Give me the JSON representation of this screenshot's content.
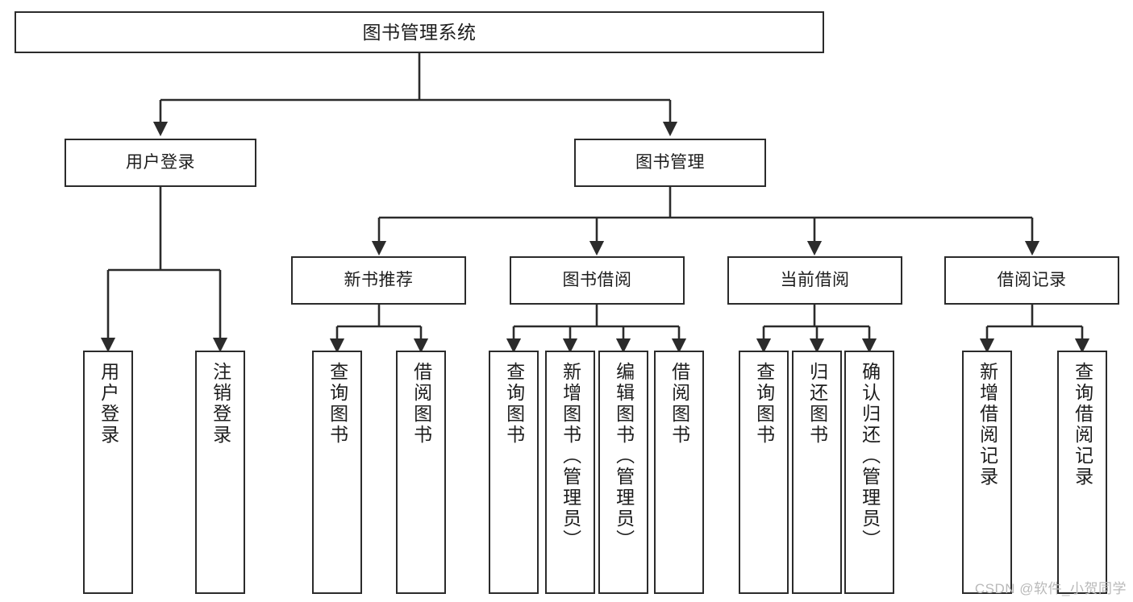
{
  "diagram": {
    "type": "tree",
    "title": "图书管理系统",
    "watermark": "CSDN @软件_小贺同学",
    "colors": {
      "stroke": "#2b2b2b",
      "background": "#ffffff",
      "text": "#1d1d1d",
      "watermark": "#b9b9b9"
    },
    "nodes": {
      "root": "图书管理系统",
      "user_login": "用户登录",
      "book_manage": "图书管理",
      "new_book_rec": "新书推荐",
      "book_borrow": "图书借阅",
      "current_borrow": "当前借阅",
      "borrow_record": "借阅记录",
      "leaf_user_login": "用户登录",
      "leaf_logout": "注销登录",
      "leaf_query_book_1": "查询图书",
      "leaf_borrow_book_1": "借阅图书",
      "leaf_query_book_2": "查询图书",
      "leaf_add_book_admin": "新增图书（管理员）",
      "leaf_edit_book_admin": "编辑图书（管理员）",
      "leaf_borrow_book_2": "借阅图书",
      "leaf_query_book_3": "查询图书",
      "leaf_return_book": "归还图书",
      "leaf_confirm_return_admin": "确认归还（管理员）",
      "leaf_add_record": "新增借阅记录",
      "leaf_query_record": "查询借阅记录"
    },
    "edges": [
      {
        "from": "root",
        "to": "user_login"
      },
      {
        "from": "root",
        "to": "book_manage"
      },
      {
        "from": "user_login",
        "to": "leaf_user_login"
      },
      {
        "from": "user_login",
        "to": "leaf_logout"
      },
      {
        "from": "book_manage",
        "to": "new_book_rec"
      },
      {
        "from": "book_manage",
        "to": "book_borrow"
      },
      {
        "from": "book_manage",
        "to": "current_borrow"
      },
      {
        "from": "book_manage",
        "to": "borrow_record"
      },
      {
        "from": "new_book_rec",
        "to": "leaf_query_book_1"
      },
      {
        "from": "new_book_rec",
        "to": "leaf_borrow_book_1"
      },
      {
        "from": "book_borrow",
        "to": "leaf_query_book_2"
      },
      {
        "from": "book_borrow",
        "to": "leaf_add_book_admin"
      },
      {
        "from": "book_borrow",
        "to": "leaf_edit_book_admin"
      },
      {
        "from": "book_borrow",
        "to": "leaf_borrow_book_2"
      },
      {
        "from": "current_borrow",
        "to": "leaf_query_book_3"
      },
      {
        "from": "current_borrow",
        "to": "leaf_return_book"
      },
      {
        "from": "current_borrow",
        "to": "leaf_confirm_return_admin"
      },
      {
        "from": "borrow_record",
        "to": "leaf_add_record"
      },
      {
        "from": "borrow_record",
        "to": "leaf_query_record"
      }
    ]
  }
}
